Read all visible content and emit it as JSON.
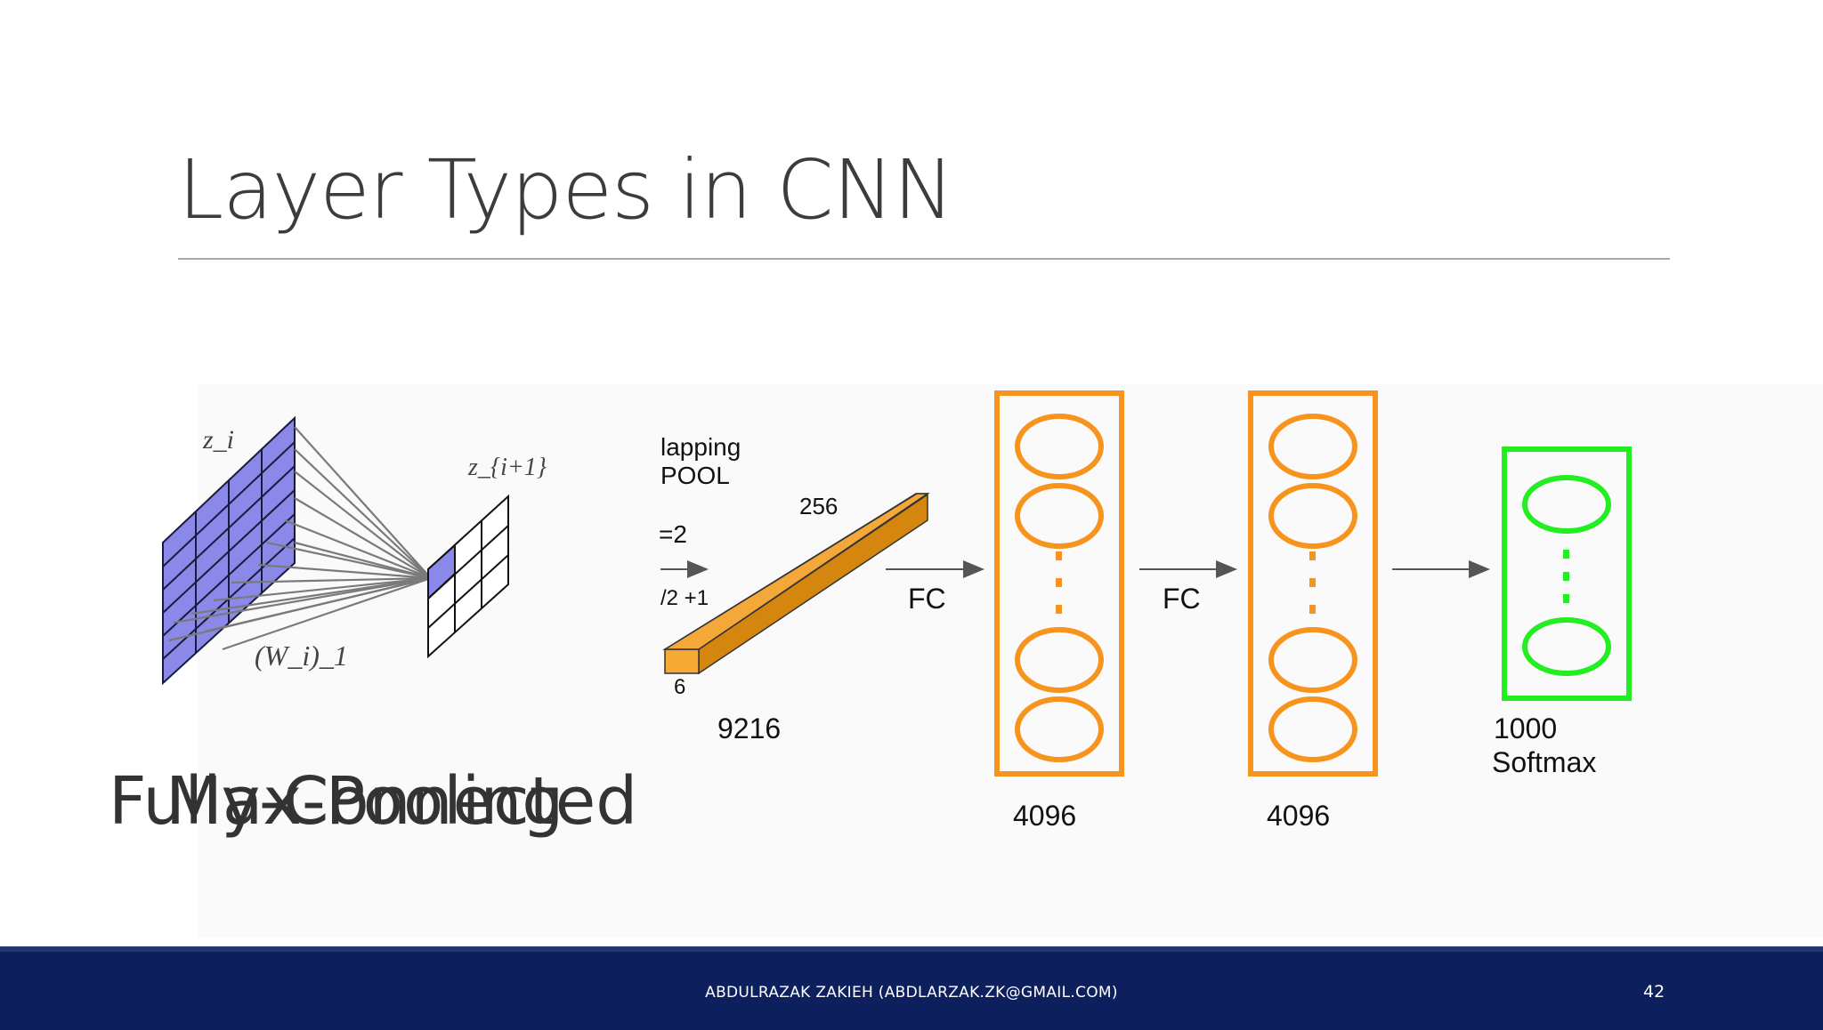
{
  "slide": {
    "title": "Layer Types in CNN",
    "caption_a": "Fully-Connected",
    "caption_b": "Max-Pooling",
    "footer": "ABDULRAZAK ZAKIEH (ABDLARZAK.ZK@GMAIL.COM)",
    "page": "42"
  },
  "fc_figure": {
    "input_label": "z_i",
    "output_label": "z_{i+1}",
    "weight_label": "(W_i)_1"
  },
  "alexnet_figure": {
    "text_overlapping": "lapping",
    "text_pool": "POOL",
    "text_stride": "=2",
    "text_formula": "/2 +1",
    "depth_label": "256",
    "side_label": "6",
    "flat_label": "9216",
    "fc_label_1": "FC",
    "fc_label_2": "FC",
    "fc1_size": "4096",
    "fc2_size": "4096",
    "out_size": "1000",
    "out_name": "Softmax"
  },
  "colors": {
    "grid_fill": "#8a88e8",
    "fc_orange": "#f7941d",
    "softmax_green": "#22ee22",
    "footer_bg": "#0e1f5e"
  }
}
